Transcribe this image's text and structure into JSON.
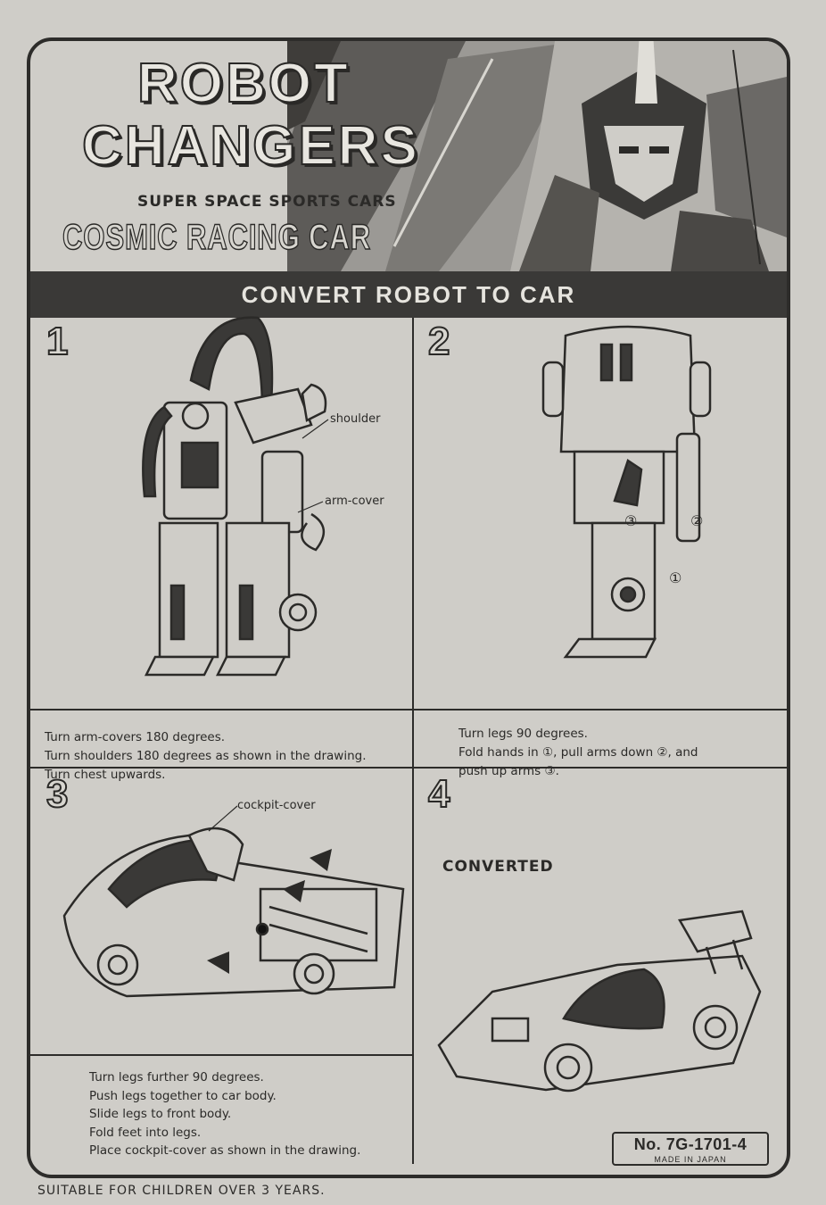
{
  "header": {
    "title_line1": "ROBOT",
    "title_line2": "CHANGERS",
    "subtitle": "SUPER SPACE SPORTS CARS",
    "product_name": "COSMIC RACING CAR"
  },
  "banner": {
    "text": "CONVERT ROBOT TO CAR"
  },
  "steps": [
    {
      "number": "1",
      "labels": [
        "shoulder",
        "arm-cover"
      ],
      "caption": [
        "Turn arm-covers 180 degrees.",
        "Turn shoulders 180 degrees as shown in the drawing.",
        "Turn chest upwards."
      ]
    },
    {
      "number": "2",
      "callouts": [
        "①",
        "②",
        "③"
      ],
      "caption": [
        "Turn legs 90 degrees.",
        "Fold hands in ①, pull arms down ②, and",
        "push up arms ③."
      ]
    },
    {
      "number": "3",
      "labels": [
        "cockpit-cover"
      ],
      "caption": [
        "Turn legs further 90 degrees.",
        "Push legs together to car body.",
        "Slide legs to front body.",
        "Fold feet into legs.",
        "Place cockpit-cover as shown in the drawing."
      ]
    },
    {
      "number": "4",
      "status": "CONVERTED"
    }
  ],
  "model": {
    "number": "No. 7G-1701-4",
    "origin": "MADE IN JAPAN"
  },
  "footer": {
    "text": "SUITABLE FOR CHILDREN OVER 3 YEARS."
  },
  "colors": {
    "paper": "#cfcdc8",
    "ink": "#2d2c2a",
    "banner": "#3a3937"
  }
}
